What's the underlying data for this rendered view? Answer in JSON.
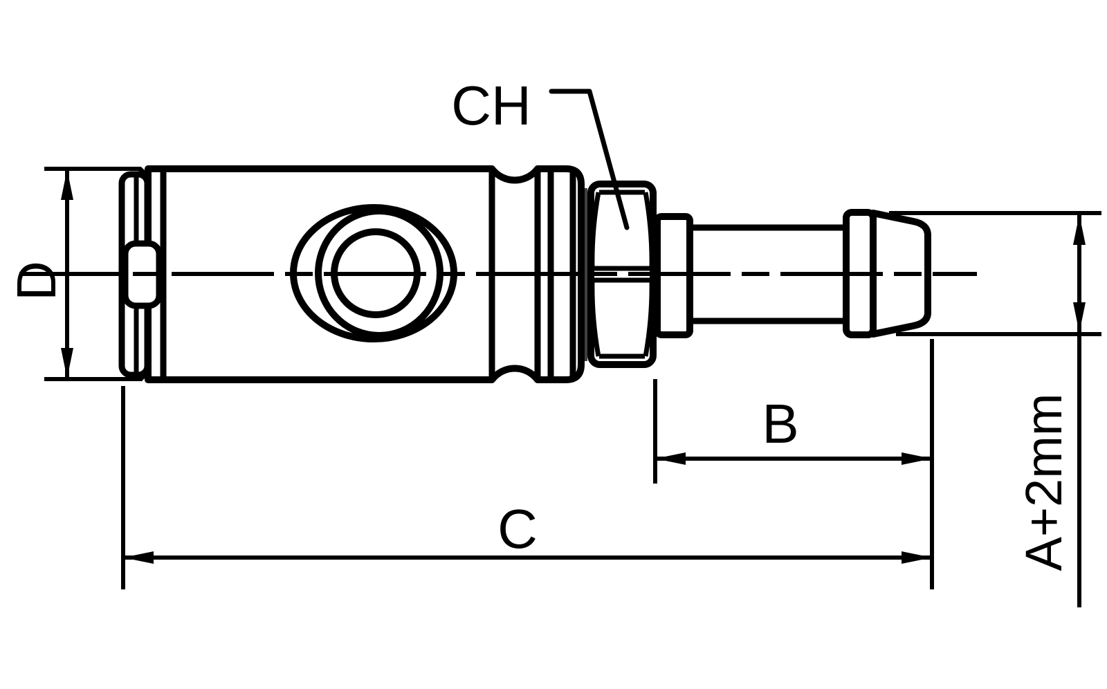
{
  "drawing": {
    "background_color": "#ffffff",
    "line_color": "#000000",
    "washer_line_color": "#3f3f3f",
    "labels": {
      "hex_across_flats": "CH",
      "body_diameter": "D",
      "tail_length": "B",
      "overall_length": "C",
      "hose_bore": "A+2mm"
    }
  }
}
